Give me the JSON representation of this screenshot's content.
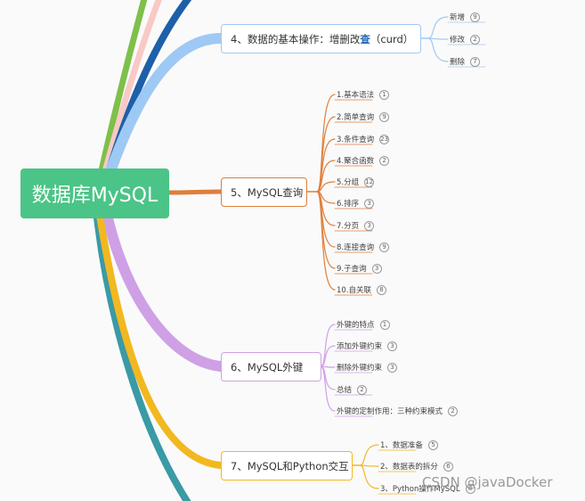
{
  "root": {
    "label": "数据库MySQL"
  },
  "branches": [
    {
      "label_prefix": "4、数据的基本操作：增删改",
      "label_highlight": "查",
      "label_suffix": "（curd）",
      "color": "#9ec9f5",
      "children": [
        {
          "label": "新增",
          "count": "9"
        },
        {
          "label": "修改",
          "count": "2"
        },
        {
          "label": "删除",
          "count": "7"
        }
      ]
    },
    {
      "label_prefix": "5、MySQL查询",
      "label_highlight": "",
      "label_suffix": "",
      "color": "#e07e3c",
      "children": [
        {
          "label": "1.基本语法",
          "count": "1"
        },
        {
          "label": "2.简单查询",
          "count": "9"
        },
        {
          "label": "3.条件查询",
          "count": "23"
        },
        {
          "label": "4.聚合函数",
          "count": "2"
        },
        {
          "label": "5.分组",
          "count": "12"
        },
        {
          "label": "6.排序",
          "count": "3"
        },
        {
          "label": "7.分页",
          "count": "3"
        },
        {
          "label": "8.连接查询",
          "count": "9"
        },
        {
          "label": "9.子查询",
          "count": "3"
        },
        {
          "label": "10.自关联",
          "count": "8"
        }
      ]
    },
    {
      "label_prefix": "6、MySQL外键",
      "label_highlight": "",
      "label_suffix": "",
      "color": "#cfa0e6",
      "children": [
        {
          "label": "外键的特点",
          "count": "1"
        },
        {
          "label": "添加外键约束",
          "count": "3"
        },
        {
          "label": "删除外键约束",
          "count": "3"
        },
        {
          "label": "总结",
          "count": "2"
        },
        {
          "label": "外键的定制作用：三种约束模式",
          "count": "2"
        }
      ]
    },
    {
      "label_prefix": "7、MySQL和Python交互",
      "label_highlight": "",
      "label_suffix": "",
      "color": "#f2b820",
      "children": [
        {
          "label": "1、数据准备",
          "count": "5"
        },
        {
          "label": "2、数据表的拆分",
          "count": "6"
        },
        {
          "label": "3、Python操作MySQL",
          "count": "8"
        }
      ]
    }
  ],
  "colors": {
    "root": "#4bc487",
    "trunk_green": "#7ec04a",
    "trunk_pink": "#f9c9c5",
    "trunk_blue": "#1d5fa8",
    "trunk_teal": "#3a9aa6"
  },
  "watermark": "CSDN @javaDocker"
}
